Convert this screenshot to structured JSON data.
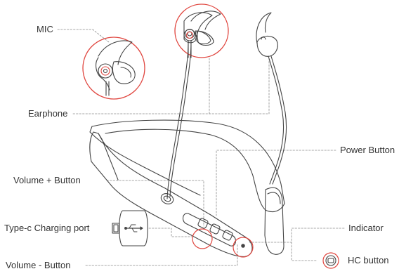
{
  "labels": {
    "mic": "MIC",
    "earphone": "Earphone",
    "power_button": "Power Button",
    "volume_plus": "Volume + Button",
    "type_c": "Type-c Charging port",
    "indicator": "Indicator",
    "hc_button": "HC button",
    "volume_minus": "Volume - Button"
  },
  "colors": {
    "line": "#444444",
    "leader": "#8a8a8a",
    "highlight": "#e0463f",
    "text": "#333333"
  },
  "icons": {
    "usb": "usb-icon",
    "hc": "hc-button-icon"
  }
}
